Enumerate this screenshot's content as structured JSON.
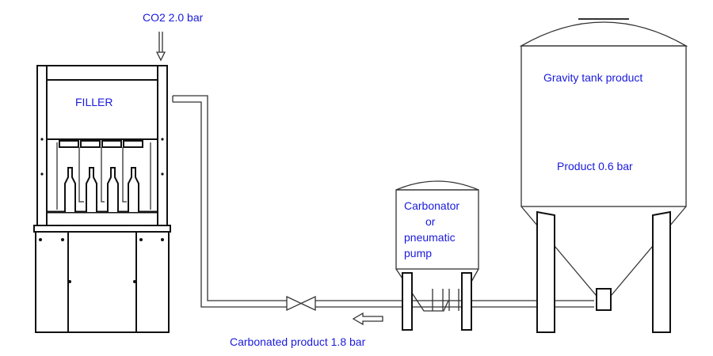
{
  "labels": {
    "co2": "CO2 2.0 bar",
    "filler": "FILLER",
    "gravity_tank": "Gravity tank product",
    "product_pressure": "Product 0.6 bar",
    "carbonator_lines": [
      "Carbonator",
      "or",
      "pneumatic",
      "pump"
    ],
    "carbonated_product": "Carbonated product 1.8 bar"
  },
  "colors": {
    "label": "#1a1adc",
    "line": "#111111"
  }
}
